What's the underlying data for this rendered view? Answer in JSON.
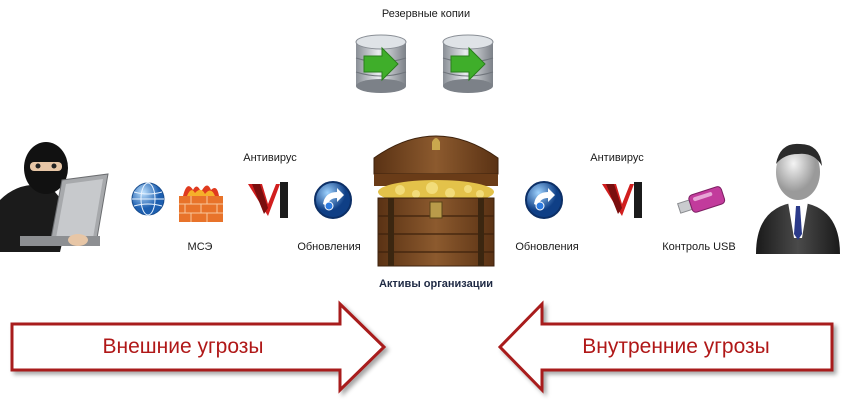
{
  "labels": {
    "backups": "Резервные копии",
    "antivirus_left": "Антивирус",
    "antivirus_right": "Антивирус",
    "firewall": "МСЭ",
    "updates_left": "Обновления",
    "updates_right": "Обновления",
    "usb_control": "Контроль USB",
    "assets": "Активы организации"
  },
  "arrows": {
    "external": "Внешние угрозы",
    "internal": "Внутренние угрозы"
  },
  "colors": {
    "arrow_border": "#a81c1c",
    "arrow_text": "#b01818",
    "db_green": "#3fae2a",
    "brick": "#e8732a",
    "chest_wood": "#7a4a22"
  },
  "icons": {
    "hacker": "hacker-icon",
    "globe": "globe-icon",
    "firewall": "firewall-icon",
    "antivirus": "antivirus-logo-icon",
    "updates": "update-globe-icon",
    "database": "database-icon",
    "chest": "treasure-chest-icon",
    "usb": "usb-drive-icon",
    "user": "user-icon"
  }
}
